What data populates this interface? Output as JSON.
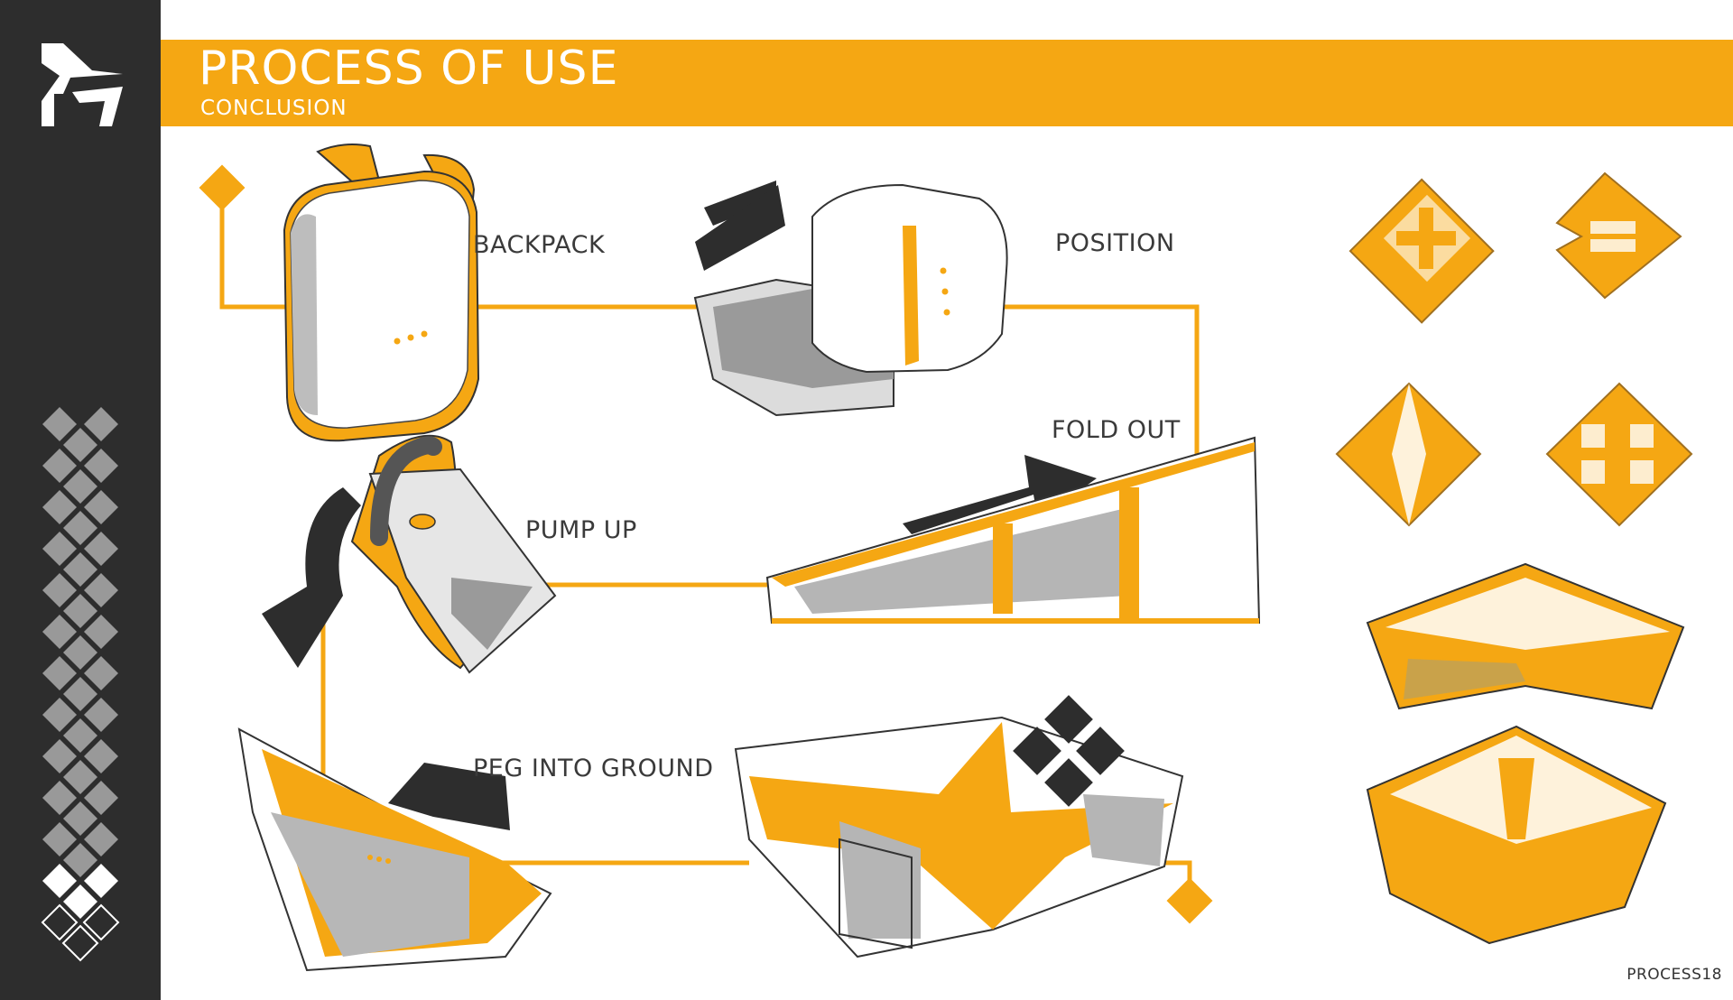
{
  "header": {
    "title": "PROCESS OF USE",
    "subtitle": "CONCLUSION"
  },
  "steps": [
    {
      "label": "BACKPACK"
    },
    {
      "label": "POSITION"
    },
    {
      "label": "FOLD OUT"
    },
    {
      "label": "PUMP UP"
    },
    {
      "label": "PEG INTO GROUND"
    }
  ],
  "footer": {
    "page": "PROCESS18"
  },
  "colors": {
    "accent": "#f5a713",
    "sidebar": "#2d2d2d",
    "arrow": "#2d2d2d",
    "sidebar_diamond": "#999999"
  }
}
